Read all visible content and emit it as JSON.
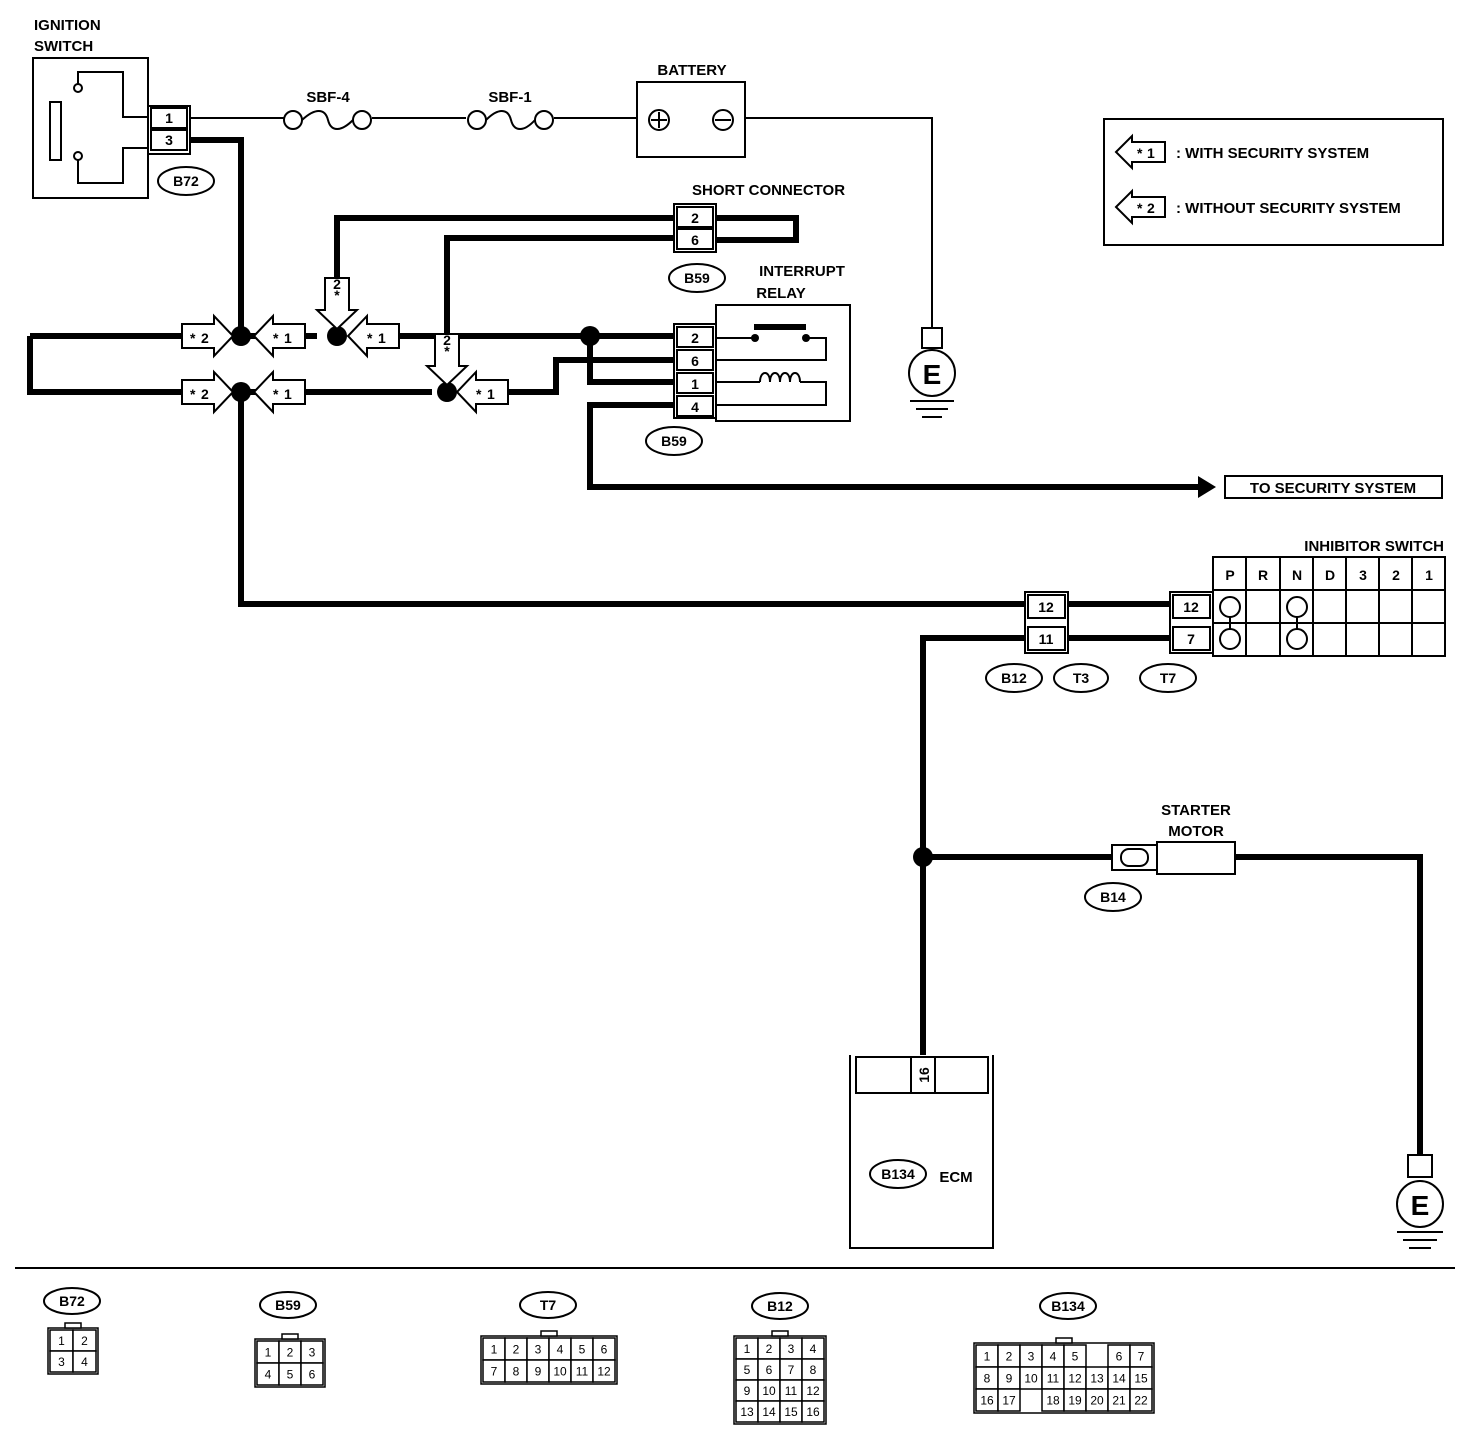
{
  "components": {
    "ignition_switch": [
      "IGNITION",
      "SWITCH"
    ],
    "fuse_a": "SBF-4",
    "fuse_b": "SBF-1",
    "battery": "BATTERY",
    "short_connector": "SHORT CONNECTOR",
    "interrupt_relay": [
      "INTERRUPT",
      "RELAY"
    ],
    "security_output": "TO SECURITY SYSTEM",
    "inhibitor_switch": "INHIBITOR SWITCH",
    "starter_motor": [
      "STARTER",
      "MOTOR"
    ],
    "ecm": "ECM",
    "ground": "E"
  },
  "legend": {
    "marks": [
      "1",
      "2"
    ],
    "items": [
      ": WITH SECURITY SYSTEM",
      ": WITHOUT SECURITY SYSTEM"
    ]
  },
  "connectors": {
    "b72": {
      "id": "B72",
      "pins": [
        "1",
        "3"
      ]
    },
    "short": {
      "id": "B59",
      "pins": [
        "2",
        "6"
      ]
    },
    "relay": {
      "id": "B59",
      "pins": [
        "2",
        "6",
        "1",
        "4"
      ]
    },
    "b12": {
      "id": "B12",
      "pins": [
        "12",
        "11"
      ]
    },
    "t3": {
      "id": "T3"
    },
    "t7": {
      "id": "T7",
      "pins": [
        "12",
        "7"
      ]
    },
    "b14": {
      "id": "B14"
    },
    "ecm": {
      "id": "B134",
      "pin": "16"
    }
  },
  "inhibitor_positions": [
    "P",
    "R",
    "N",
    "D",
    "3",
    "2",
    "1"
  ],
  "branch_marks": {
    "star": "*",
    "row1": [
      "2",
      "1",
      "2",
      "1"
    ],
    "row2": [
      "2",
      "1",
      "2",
      "1"
    ]
  },
  "connector_faces": [
    {
      "id": "B72",
      "pins": [
        [
          "1",
          "2"
        ],
        [
          "3",
          "4"
        ]
      ]
    },
    {
      "id": "B59",
      "pins": [
        [
          "1",
          "2",
          "3"
        ],
        [
          "4",
          "5",
          "6"
        ]
      ]
    },
    {
      "id": "T7",
      "pins": [
        [
          "1",
          "2",
          "3",
          "4",
          "5",
          "6"
        ],
        [
          "7",
          "8",
          "9",
          "10",
          "11",
          "12"
        ]
      ]
    },
    {
      "id": "B12",
      "pins": [
        [
          "1",
          "2",
          "3",
          "4"
        ],
        [
          "5",
          "6",
          "7",
          "8"
        ],
        [
          "9",
          "10",
          "11",
          "12"
        ],
        [
          "13",
          "14",
          "15",
          "16"
        ]
      ]
    },
    {
      "id": "B134",
      "pins": [
        [
          "1",
          "2",
          "3",
          "4",
          "5",
          "",
          "6",
          "7"
        ],
        [
          "8",
          "9",
          "10",
          "11",
          "12",
          "13",
          "14",
          "15"
        ],
        [
          "16",
          "17",
          "",
          "18",
          "19",
          "20",
          "21",
          "22"
        ]
      ]
    }
  ]
}
